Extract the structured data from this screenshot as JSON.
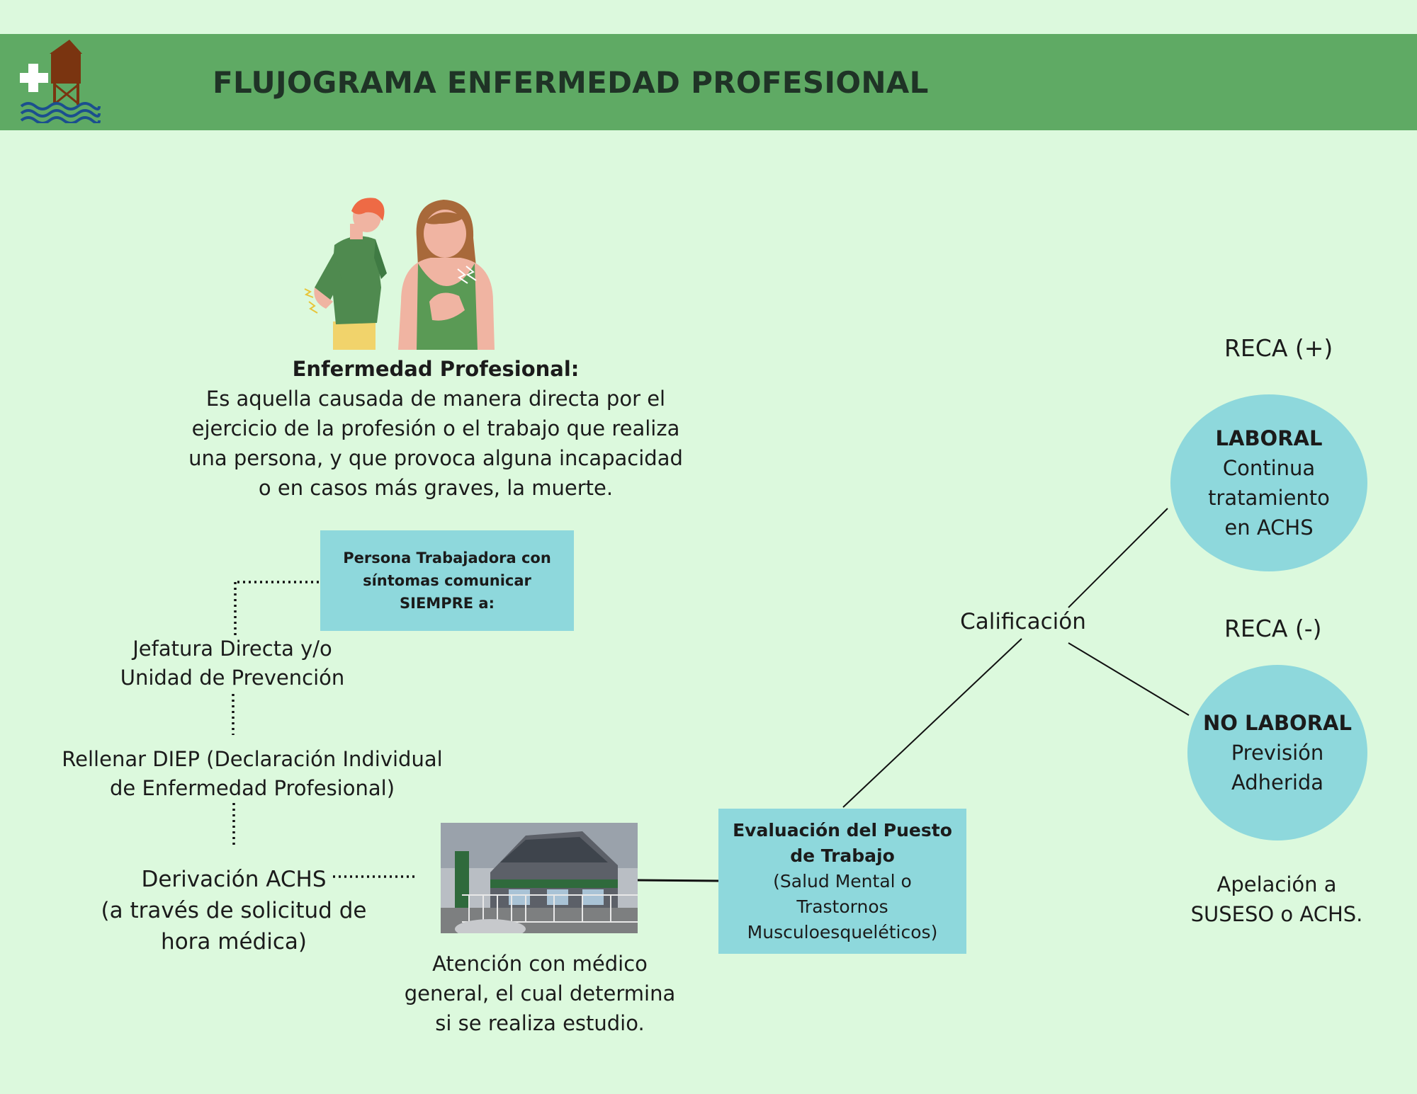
{
  "header": {
    "title": "FLUJOGRAMA ENFERMEDAD PROFESIONAL",
    "logo_icon": "stilt-house-medical-cross-waves-icon"
  },
  "colors": {
    "background": "#dcf9dd",
    "header": "#5faa64",
    "box": "#8ed8dc"
  },
  "definition": {
    "title": "Enfermedad Profesional:",
    "lines": [
      "Es aquella causada de manera directa por el",
      "ejercicio de la profesión o el trabajo que realiza",
      "una persona, y que provoca alguna incapacidad",
      "o en casos más graves, la muerte."
    ]
  },
  "illustration": "two-workers-with-pain-illustration",
  "steps": {
    "worker_box": [
      "Persona Trabajadora con",
      "síntomas comunicar",
      "SIEMPRE a:"
    ],
    "supervisor": [
      "Jefatura Directa y/o",
      "Unidad de Prevención"
    ],
    "diep": [
      "Rellenar DIEP (Declaración Individual",
      "de Enfermedad Profesional)"
    ],
    "derivation": [
      "Derivación ACHS",
      "(a través de solicitud de",
      "hora médica)"
    ],
    "building_photo": "achs-building-photo",
    "attention": [
      "Atención con médico",
      "general, el cual determina",
      "si se realiza estudio."
    ],
    "evaluation": {
      "title": "Evaluación del Puesto de Trabajo",
      "detail": [
        "(Salud Mental o",
        "Trastornos",
        "Musculoesqueléticos)"
      ]
    },
    "qualification": "Calificación"
  },
  "outcomes": {
    "positive": {
      "label": "RECA (+)",
      "title": "LABORAL",
      "lines": [
        "Continua",
        "tratamiento",
        "en ACHS"
      ]
    },
    "negative": {
      "label": "RECA (-)",
      "title": "NO LABORAL",
      "lines": [
        "Previsión",
        "Adherida"
      ]
    },
    "appeal": [
      "Apelación a",
      "SUSESO o ACHS."
    ]
  }
}
